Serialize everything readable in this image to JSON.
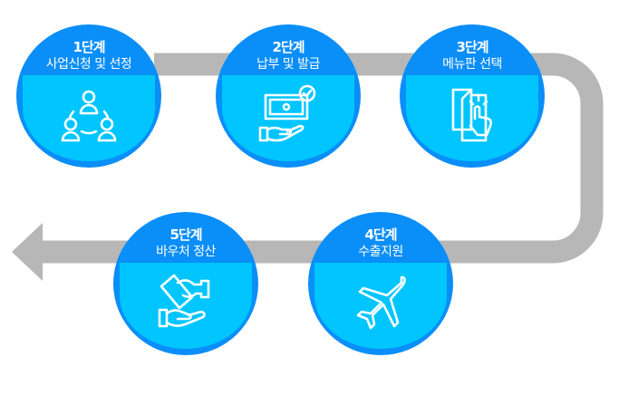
{
  "steps": [
    {
      "num": "1단계",
      "title": "사업신청 및 선정",
      "icon": "people-network-icon"
    },
    {
      "num": "2단계",
      "title": "납부 및 발급",
      "icon": "money-hand-check-icon"
    },
    {
      "num": "3단계",
      "title": "메뉴판 선택",
      "icon": "menu-touch-icon"
    },
    {
      "num": "4단계",
      "title": "수출지원",
      "icon": "airplane-icon"
    },
    {
      "num": "5단계",
      "title": "바우처 정산",
      "icon": "money-handover-icon"
    }
  ],
  "colors": {
    "track": "#b7b7b7",
    "circle": "#0a8ef8",
    "inner": "#00c5ff"
  }
}
